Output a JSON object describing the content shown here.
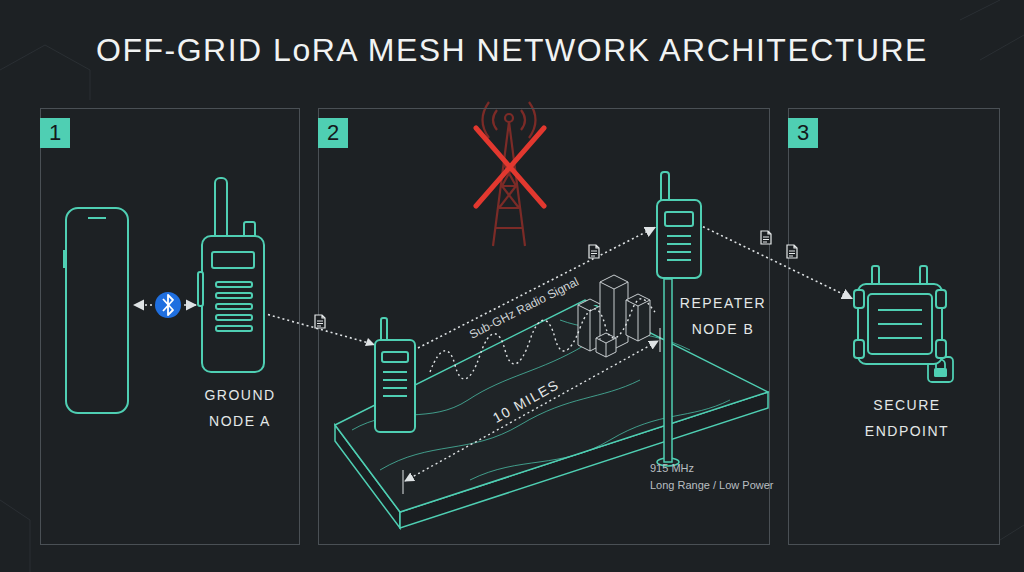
{
  "diagram": {
    "title": "OFF-GRID LoRA MESH NETWORK ARCHITECTURE",
    "nodes": [
      {
        "text": [
          "1"
        ]
      },
      {
        "text": [
          "2"
        ]
      },
      {
        "text": [
          "3"
        ]
      },
      {
        "text": [
          "GROUND NODE A"
        ],
        "in": 0
      },
      {
        "text": [
          "REPEATER NODE B"
        ],
        "in": 1
      },
      {
        "text": [
          "SECURE ENDPOINT"
        ],
        "in": 2
      }
    ],
    "edges": [
      {
        "from": 3,
        "to": 4,
        "arrow": "to",
        "label": "Sub-GHz Radio Signal"
      },
      {
        "from": 4,
        "to": 5,
        "arrow": "to"
      }
    ],
    "labels": [
      "10 MILES",
      "915 MHz",
      "Long Range / Low Power"
    ]
  }
}
